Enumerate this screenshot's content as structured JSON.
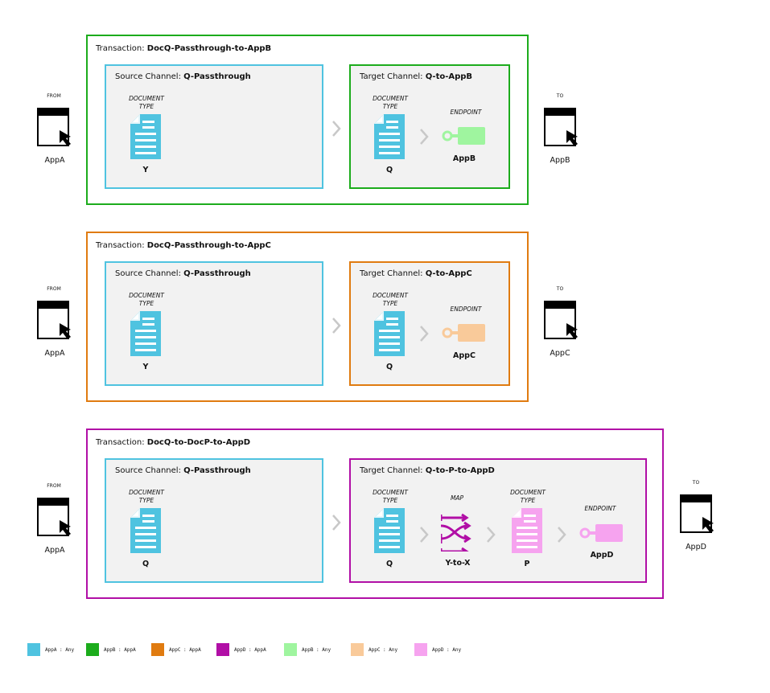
{
  "colors": {
    "appA": "#4fc3e0",
    "appB": "#1cac1c",
    "appC": "#e07b10",
    "appD": "#b10fa6",
    "appB_any": "#9ff59f",
    "appC_any": "#f9ca9a",
    "appD_any": "#f6a3ef",
    "source_border": "#4fc3e0",
    "channel_bg": "#f2f2f2",
    "arrow": "#c8c8c8"
  },
  "labels": {
    "transaction_prefix": "Transaction:",
    "source_prefix": "Source Channel:",
    "target_prefix": "Target Channel:",
    "doc_type_line1": "DOCUMENT",
    "doc_type_line2": "TYPE",
    "endpoint": "ENDPOINT",
    "map": "MAP",
    "from": "FROM",
    "to": "TO"
  },
  "transactions": [
    {
      "name": "DocQ-Passthrough-to-AppB",
      "source_channel": "Q-Passthrough",
      "source_doc": "Y",
      "target_channel": "Q-to-AppB",
      "target_doc": "Q",
      "endpoint": "AppB",
      "from_app": "AppA",
      "to_app": "AppB"
    },
    {
      "name": "DocQ-Passthrough-to-AppC",
      "source_channel": "Q-Passthrough",
      "source_doc": "Y",
      "target_channel": "Q-to-AppC",
      "target_doc": "Q",
      "endpoint": "AppC",
      "from_app": "AppA",
      "to_app": "AppC"
    },
    {
      "name": "DocQ-to-DocP-to-AppD",
      "source_channel": "Q-Passthrough",
      "source_doc": "Q",
      "target_channel": "Q-to-P-to-AppD",
      "target_doc": "Q",
      "map_name": "Y-to-X",
      "mapped_doc": "P",
      "endpoint": "AppD",
      "from_app": "AppA",
      "to_app": "AppD"
    }
  ],
  "legend": [
    {
      "text": "AppA : Any",
      "color": "#4fc3e0"
    },
    {
      "text": "AppB : AppA",
      "color": "#1cac1c"
    },
    {
      "text": "AppC : AppA",
      "color": "#e07b10"
    },
    {
      "text": "AppD : AppA",
      "color": "#b10fa6"
    },
    {
      "text": "AppB : Any",
      "color": "#9ff59f"
    },
    {
      "text": "AppC : Any",
      "color": "#f9ca9a"
    },
    {
      "text": "AppD : Any",
      "color": "#f6a3ef"
    }
  ]
}
